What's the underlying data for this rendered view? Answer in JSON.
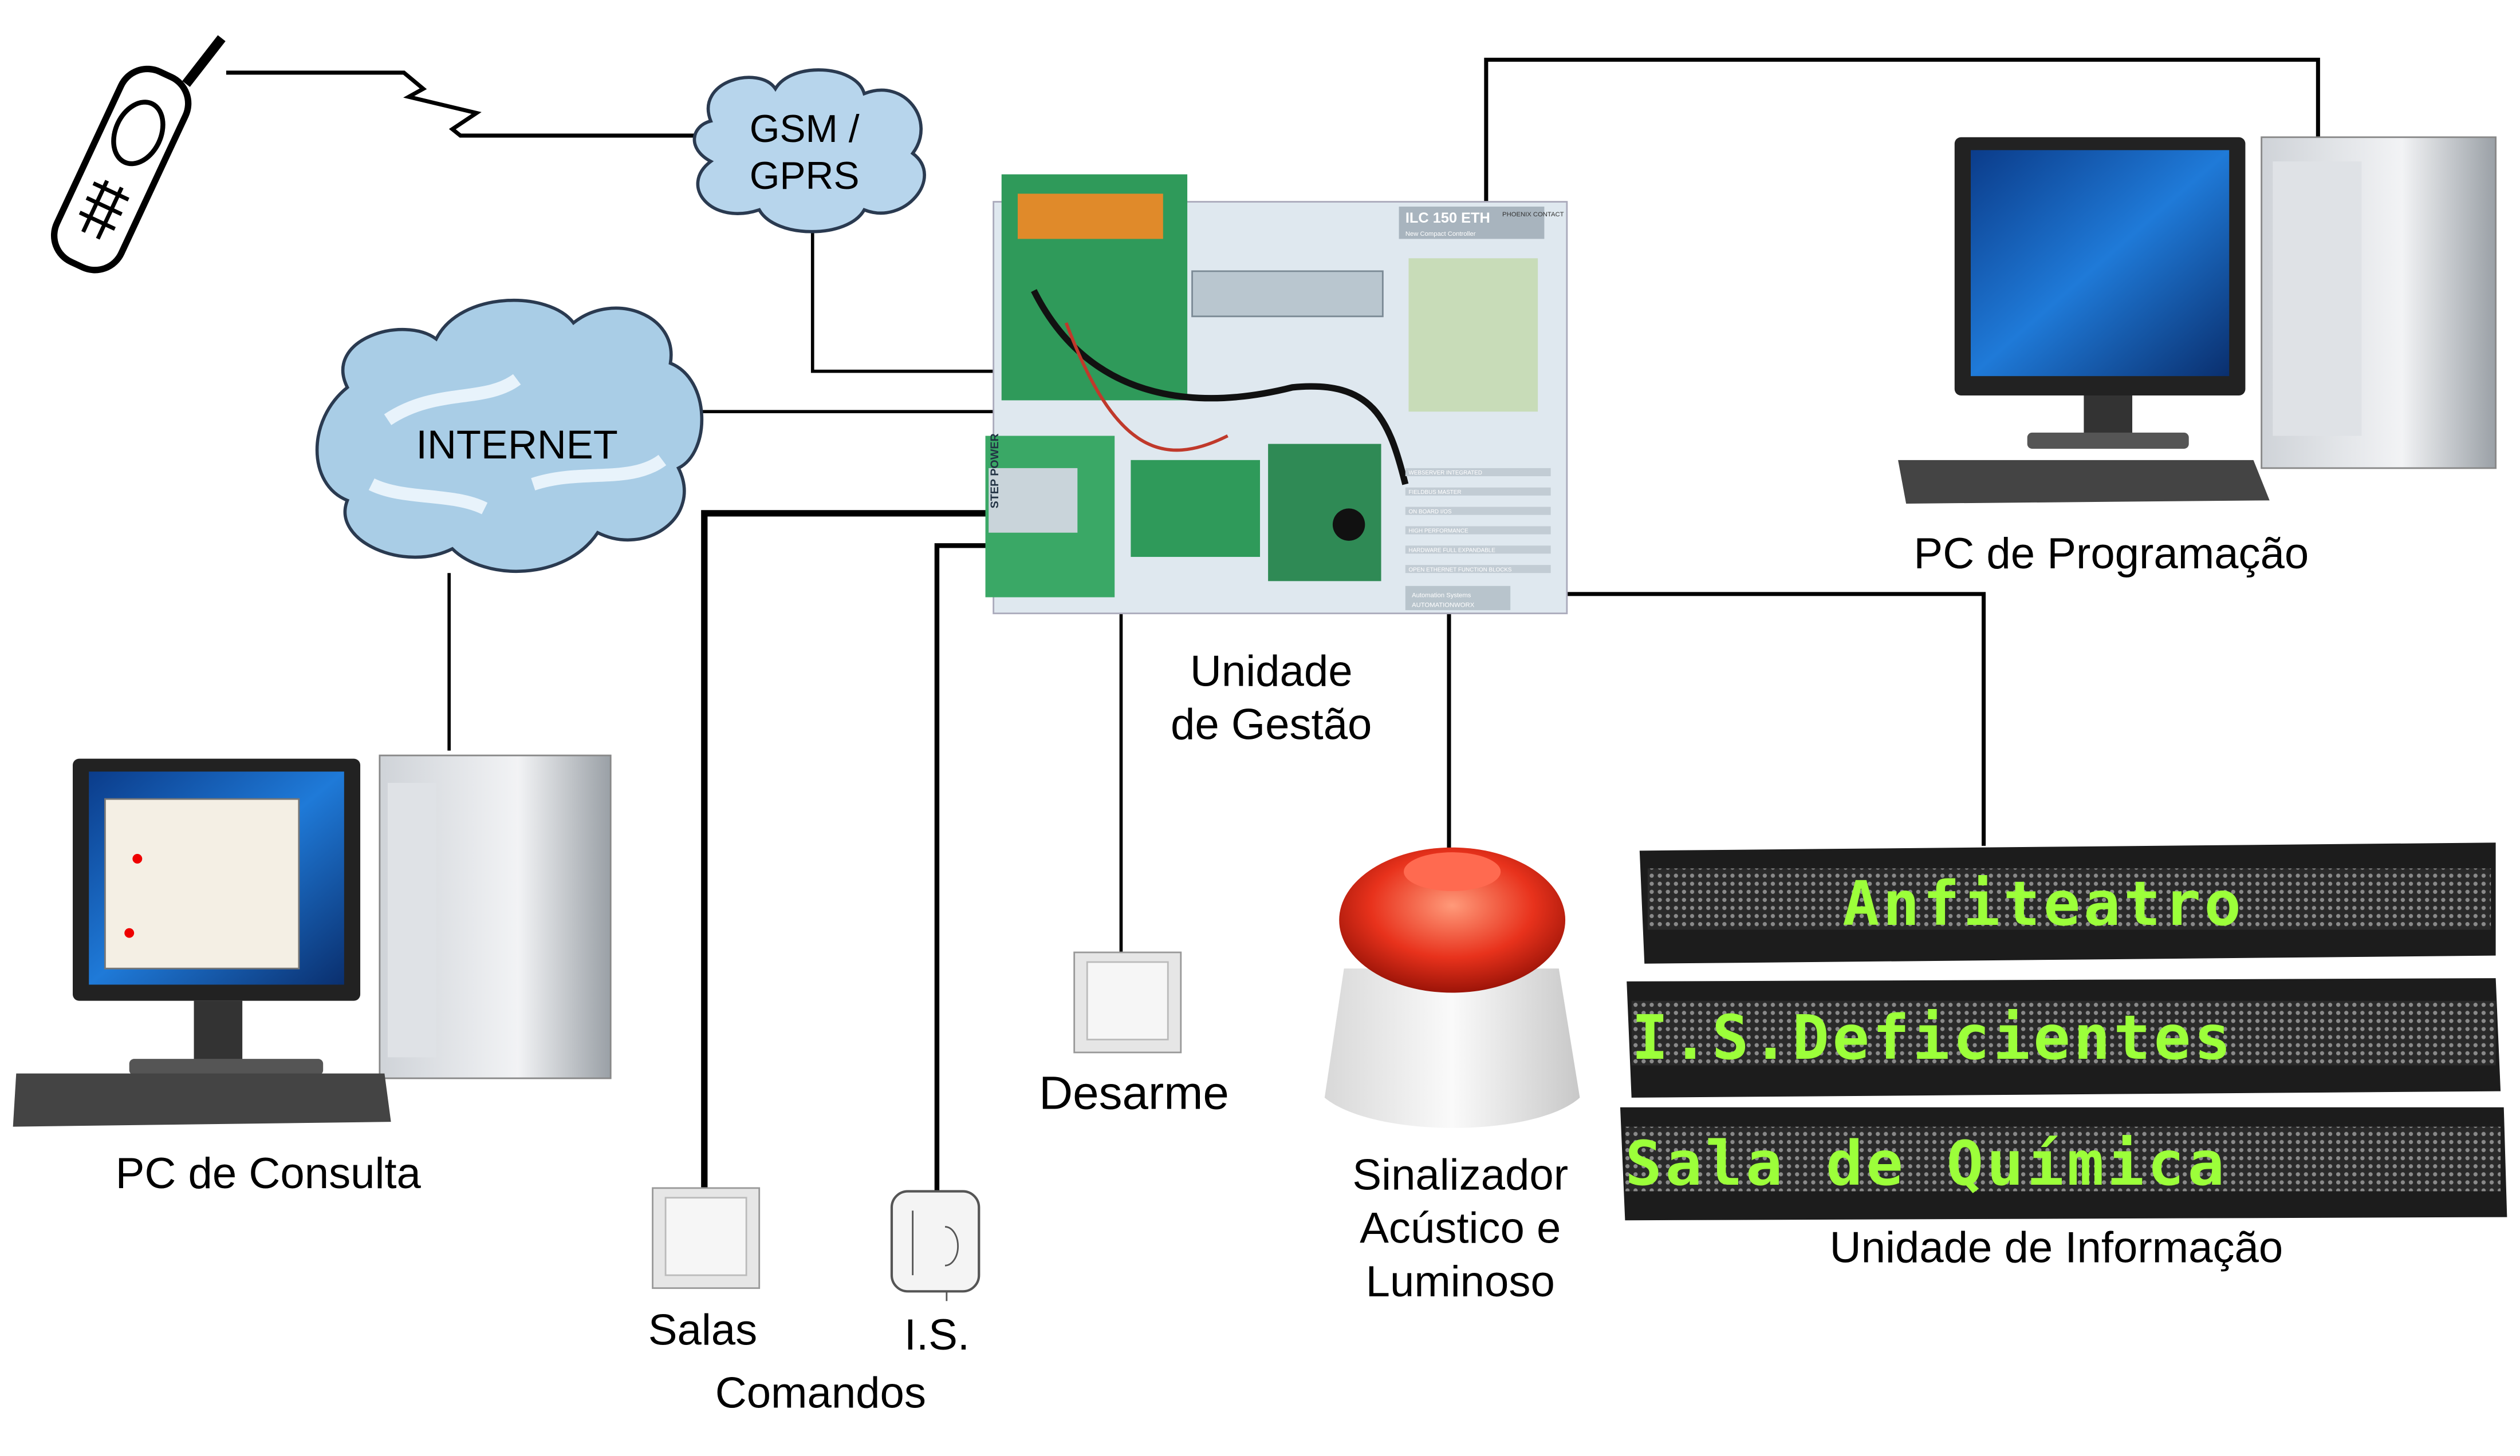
{
  "clouds": {
    "gsm": {
      "line1": "GSM /",
      "line2": "GPRS"
    },
    "internet": "INTERNET"
  },
  "devices": {
    "management_unit": {
      "line1": "Unidade",
      "line2": "de Gestão"
    },
    "programming_pc": "PC de Programação",
    "query_pc": "PC de Consulta",
    "commands": {
      "salas": "Salas",
      "is": "I.S.",
      "group": "Comandos"
    },
    "disarm": "Desarme",
    "signaller": {
      "line1": "Sinalizador",
      "line2": "Acústico e",
      "line3": "Luminoso"
    },
    "information_unit": "Unidade de Informação"
  },
  "led_displays": [
    "Anfiteatro",
    "I.S.Deficientes",
    "Sala de Química"
  ],
  "panel": {
    "model": "ILC 150 ETH",
    "subtitle": "New Compact Controller",
    "brand": "PHOENIX CONTACT",
    "power_supply": "STEP POWER",
    "features": [
      "WEBSERVER INTEGRATED",
      "FIELDBUS MASTER",
      "ON BOARD I/OS",
      "HIGH PERFORMANCE",
      "HARDWARE FULL EXPANDABLE",
      "OPEN ETHERNET FUNCTION BLOCKS"
    ],
    "footer1": "Automation Systems",
    "footer2": "AUTOMATIONWORX"
  },
  "colors": {
    "led_green": "#9cff3a",
    "cloud_blue": "#a9cde6",
    "panel_green": "#2f9a5a",
    "beacon_red": "#e8321c"
  }
}
